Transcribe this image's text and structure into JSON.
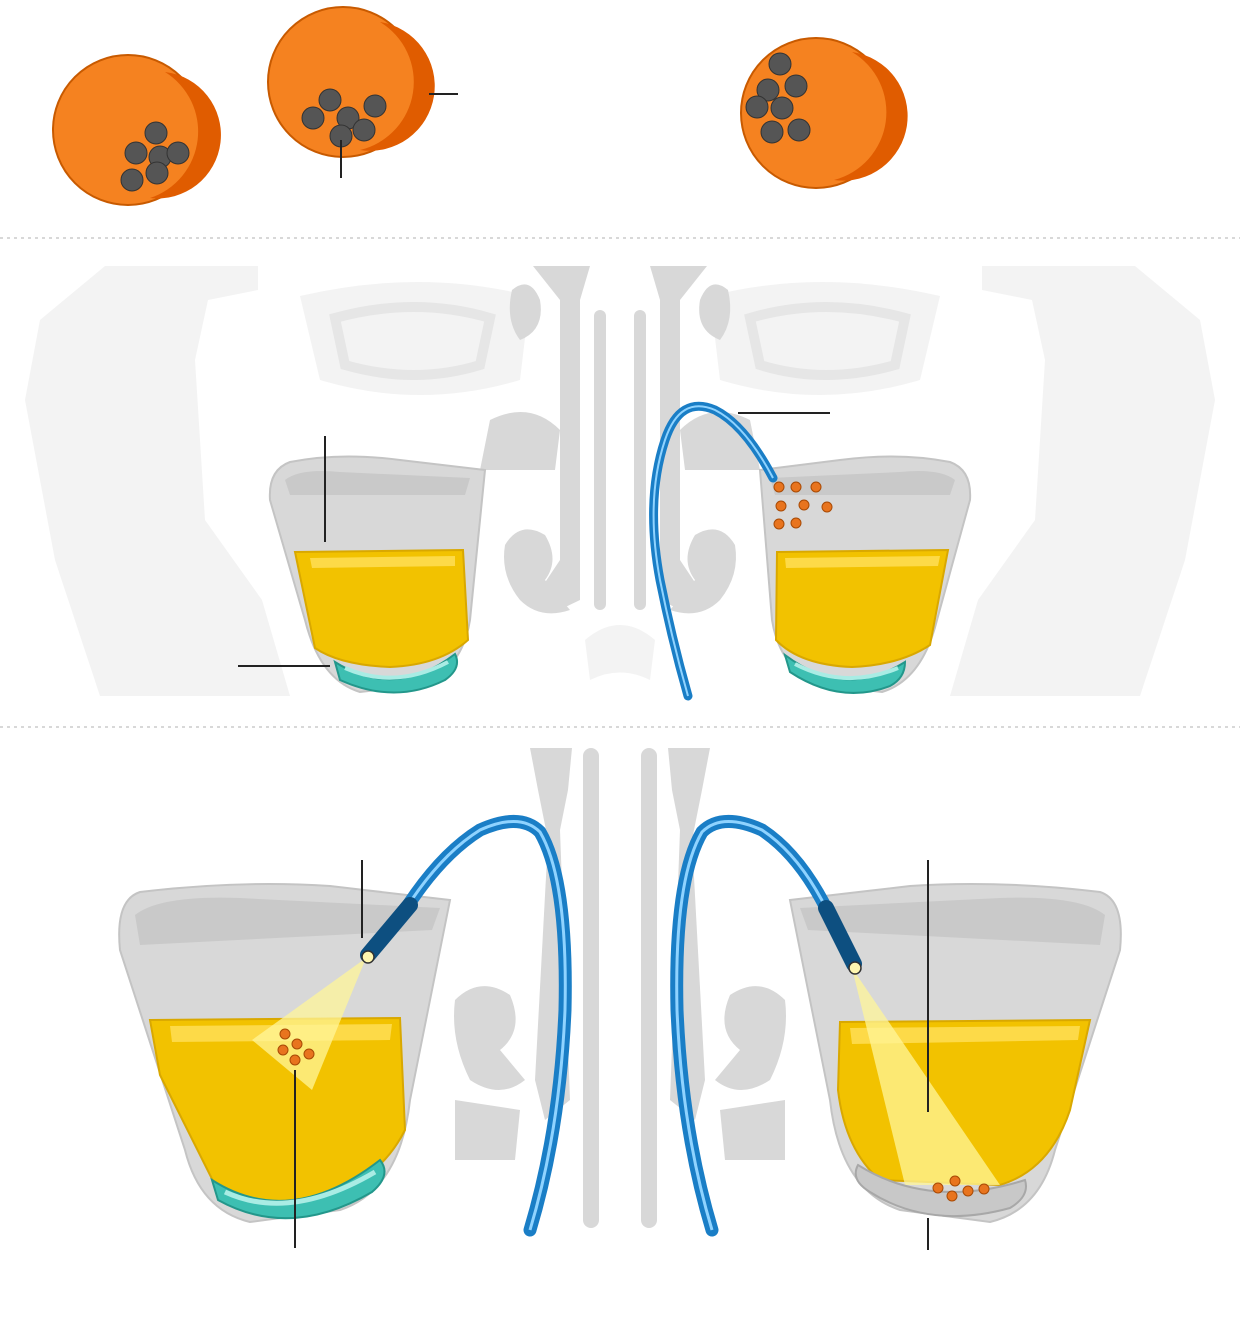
{
  "figure": {
    "panels": [
      {
        "id": "carrier-particles",
        "items": [
          "particle-1",
          "particle-2",
          "particle-3"
        ]
      },
      {
        "id": "sinus-overview",
        "items": [
          "left-sinus",
          "right-sinus",
          "catheter-insertion"
        ]
      },
      {
        "id": "endoscopic-view",
        "items": [
          "left-endoscope",
          "right-endoscope"
        ]
      }
    ],
    "labels": []
  },
  "colors": {
    "particle": "#f58220",
    "particle_shade": "#e05c00",
    "bead": "#555555",
    "tissue": "#d8d8d8",
    "tissue_shade": "#c7c7c7",
    "background_anatomy": "#f2f2f2",
    "fluid": "#f2c200",
    "fluid_highlight": "#ffe05a",
    "mucosa": "#3dbfb2",
    "catheter": "#1a7ec6",
    "catheter_highlight": "#8fd3ff",
    "light_beam": "#fff59a",
    "deposit": "#e8741e",
    "divider": "#cccccc"
  }
}
